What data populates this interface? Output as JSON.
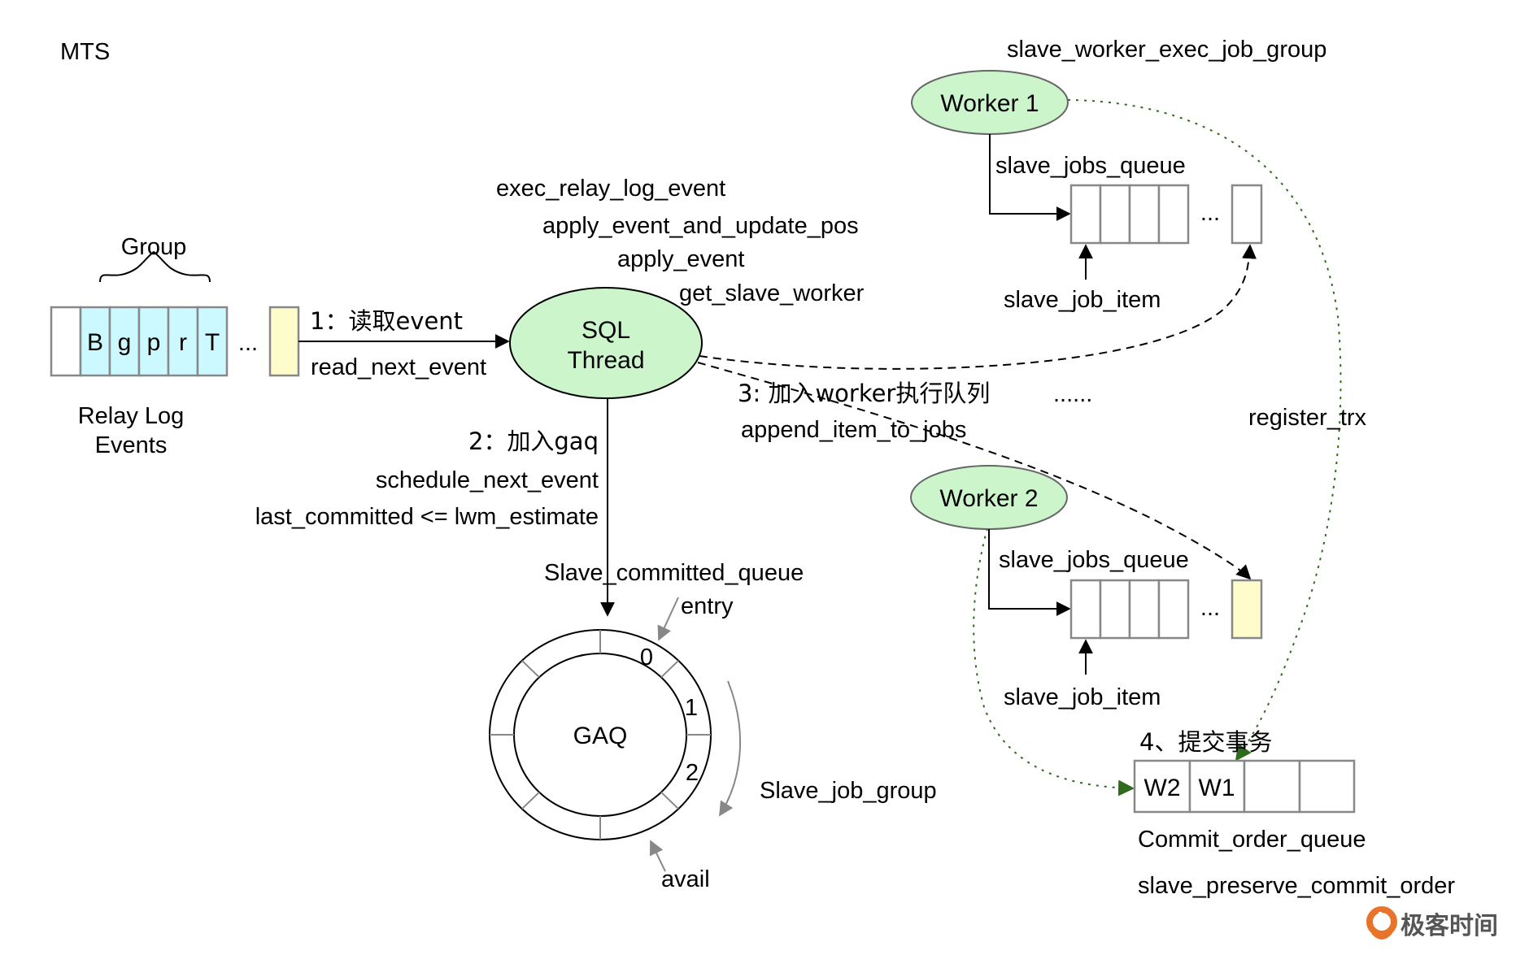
{
  "title": "MTS",
  "colors": {
    "node_fill": "#ccf5cc",
    "node_stroke": "#666666",
    "cell_stroke": "#888888",
    "cyan_fill": "#ccf8ff",
    "yellow_fill": "#fffccc",
    "green_link": "#2e6b1c",
    "gray_arrow": "#888888",
    "logo_orange": "#e8732a"
  },
  "relay_log": {
    "group_label": "Group",
    "cells": [
      "",
      "B",
      "g",
      "p",
      "r",
      "T"
    ],
    "ellipsis": "...",
    "label_line1": "Relay Log",
    "label_line2": "Events"
  },
  "step1": {
    "label": "1：读取event",
    "func": "read_next_event"
  },
  "sql_thread": {
    "line1": "SQL",
    "line2": "Thread"
  },
  "call_stack": [
    "exec_relay_log_event",
    "apply_event_and_update_pos",
    "apply_event",
    "get_slave_worker"
  ],
  "step2": {
    "label": "2：加入gaq",
    "func": "schedule_next_event",
    "cond": "last_committed <= lwm_estimate"
  },
  "step3": {
    "label": "3: 加入worker执行队列",
    "func": "append_item_to_jobs",
    "more": "......"
  },
  "gaq": {
    "label": "GAQ",
    "queue_name": "Slave_committed_queue",
    "entry_label": "entry",
    "avail_label": "avail",
    "slots": [
      "0",
      "1",
      "2"
    ],
    "group_label": "Slave_job_group"
  },
  "worker_exec": "slave_worker_exec_job_group",
  "workers": [
    {
      "name": "Worker 1",
      "queue_label": "slave_jobs_queue",
      "item_label": "slave_job_item",
      "ellipsis": "..."
    },
    {
      "name": "Worker 2",
      "queue_label": "slave_jobs_queue",
      "item_label": "slave_job_item",
      "ellipsis": "..."
    }
  ],
  "register_trx": "register_trx",
  "commit": {
    "step_label": "4、提交事务",
    "cells": [
      "W2",
      "W1",
      "",
      ""
    ],
    "queue_label": "Commit_order_queue",
    "option_label": "slave_preserve_commit_order"
  },
  "logo": {
    "text": "极客时间"
  }
}
